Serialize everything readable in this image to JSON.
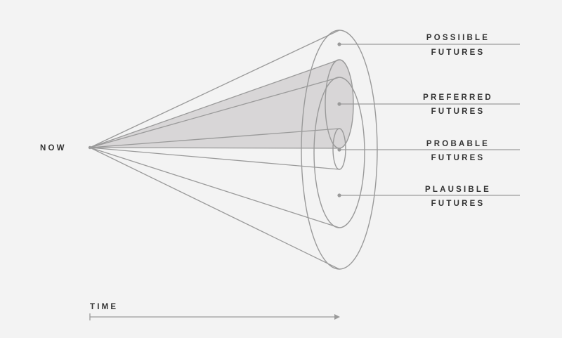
{
  "diagram": {
    "origin_label": "NOW",
    "time_label": "TIME",
    "cones": [
      {
        "id": "possible",
        "line1": "POSSIIBLE",
        "line2": "FUTURES"
      },
      {
        "id": "preferred",
        "line1": "PREFERRED",
        "line2": "FUTURES"
      },
      {
        "id": "probable",
        "line1": "PROBABLE",
        "line2": "FUTURES"
      },
      {
        "id": "plausible",
        "line1": "PLAUSIBLE",
        "line2": "FUTURES"
      }
    ],
    "colors": {
      "background": "#f3f3f3",
      "stroke": "#9a9a9a",
      "preferred_fill": "#d8d6d7",
      "text": "#333333"
    }
  }
}
